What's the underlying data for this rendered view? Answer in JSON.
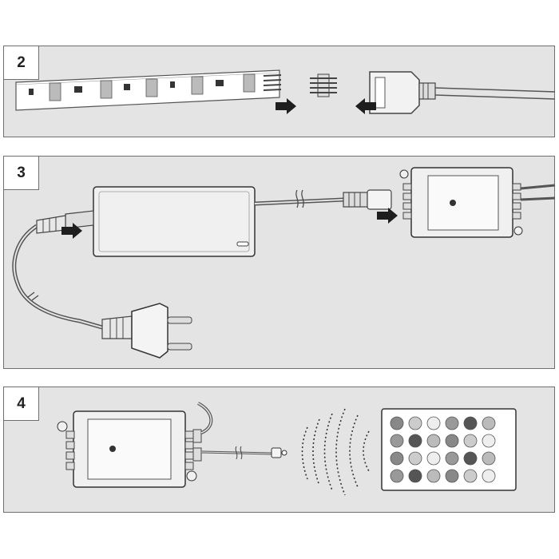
{
  "steps": [
    {
      "number": "2"
    },
    {
      "number": "3"
    },
    {
      "number": "4"
    }
  ],
  "colors": {
    "panel_bg": "#e4e4e4",
    "border": "#6f6f6f",
    "arrow": "#1e1e1e",
    "line": "#4a4a4a"
  },
  "icons": [
    "led-strip-icon",
    "connector-pin-icon",
    "controller-icon",
    "power-adapter-icon",
    "power-plug-icon",
    "ir-receiver-icon",
    "signal-waves-icon",
    "remote-control-icon",
    "arrow-right-icon",
    "arrow-left-icon"
  ]
}
